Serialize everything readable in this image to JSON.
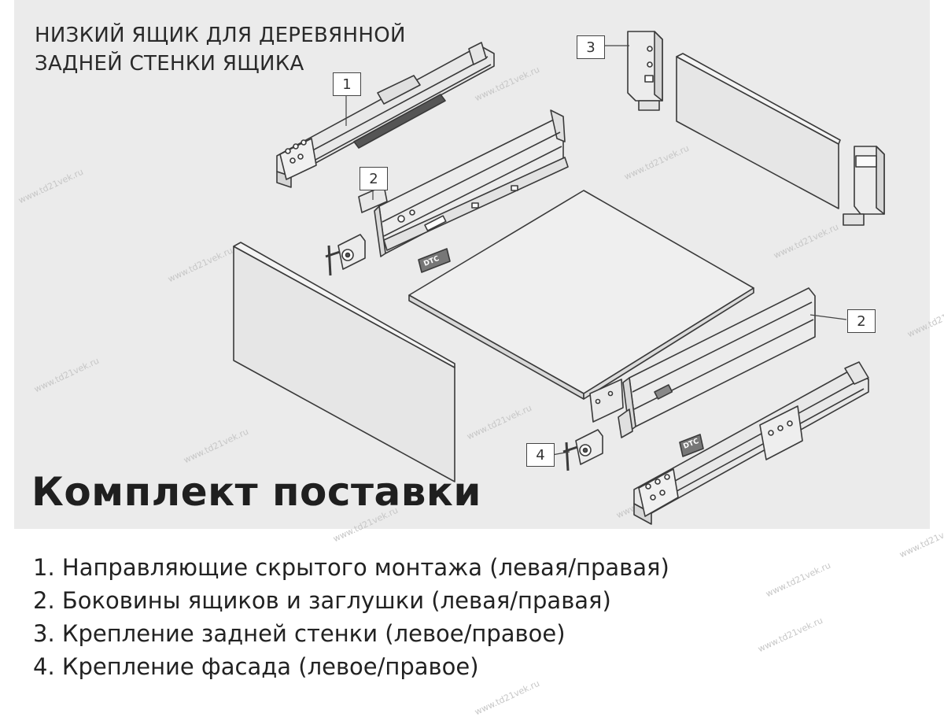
{
  "diagram": {
    "header_lines": [
      "НИЗКИЙ ЯЩИК ДЛЯ ДЕРЕВЯННОЙ",
      "ЗАДНЕЙ СТЕНКИ ЯЩИКА"
    ],
    "title": "Комплект поставки",
    "callouts": {
      "rail_top": "1",
      "plug_back": "2",
      "back_bracket": "3",
      "side_front": "2",
      "front_bracket": "4"
    },
    "cap_logo": "DTC",
    "items": [
      "1. Направляющие скрытого монтажа (левая/правая)",
      "2. Боковины ящиков и заглушки (левая/правая)",
      "3. Крепление задней стенки (левое/правое)",
      "4. Крепление фасада (левое/правое)"
    ],
    "watermark": "www.td21vek.ru"
  },
  "colors": {
    "panel_bg": "#ebebeb",
    "part_fill": "#e8e8e8",
    "part_stroke": "#3a3a3a",
    "text": "#222222"
  }
}
